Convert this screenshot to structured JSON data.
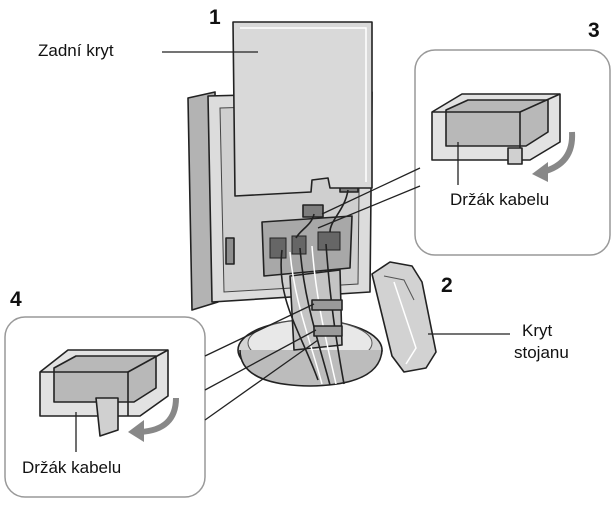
{
  "steps": {
    "step1": "1",
    "step2": "2",
    "step3": "3",
    "step4": "4"
  },
  "labels": {
    "back_cover": "Zadní kryt",
    "cable_holder_top": "Držák kabelu",
    "cable_holder_bottom": "Držák kabelu",
    "stand_cover_line1": "Kryt",
    "stand_cover_line2": "stojanu"
  },
  "colors": {
    "line": "#222222",
    "panel_light": "#e6e6e6",
    "panel_mid": "#c8c8c8",
    "panel_dark": "#9a9a9a",
    "inset_border": "#999999"
  }
}
